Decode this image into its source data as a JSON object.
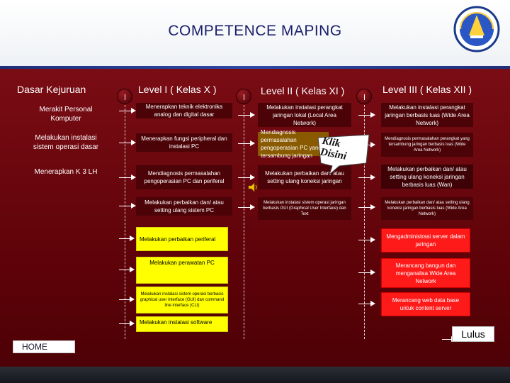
{
  "title": "COMPETENCE MAPING",
  "columns": {
    "c0": "Dasar Kejuruan",
    "c1": "Level I ( Kelas X )",
    "c2": "Level II ( Kelas XI )",
    "c3": "Level III ( Kelas XII )"
  },
  "dasar_items": [
    "Merakit Personal Komputer",
    "Melakukan instalasi sistem operasi dasar",
    "Menerapkan K 3 LH"
  ],
  "level1": [
    "Menerapkan teknik elektronika analog dan digital dasar",
    "Menerapkan fungsi peripheral dan instalasi PC",
    "Mendiagnosis permasalahan pengoperasian PC dan periferal",
    "Melakukan perbaikan dan/ atau setting ulang sistem PC",
    "Melakukan perbaikan periferal",
    "Melakukan perawatan PC",
    "Melakukan instalasi sistem operasi berbasis graphical user interface (GUI) dan command line interface (CLI)",
    "Melakukan instalasi software"
  ],
  "level2": [
    "Melakukan instalasi perangkat jaringan lokal (Local Area Network)",
    "Mendiagnosis permasalahan pengoperasian PC yang tersambung jaringan",
    "Melakukan perbaikan dan/ atau setting ulang koneksi jaringan",
    "Melakukan instalasi sistem operasi jaringan berbasis GUI (Graphical User Interface) dan Text"
  ],
  "level3": [
    "Melakukan instalasi perangkat jaringan berbasis luas (Wide Area Network)",
    "Mendiagnosis permasalahan perangkat yang tersambung jaringan berbasis luas (Wide Area Network)",
    "Melakukan perbaikan dan/ atau setting ulang koneksi jaringan berbasis luas (Wan)",
    "Melakukan perbaikan dan/ atau setting ulang koneksi jaringan berbasis luas (Wide Area Network)",
    "Mengadministrasi server dalam jaringan",
    "Merancang bangun dan menganalisa Wide Area Network",
    "Merancang web data base untuk content server"
  ],
  "klik_label": "Klik Disini",
  "home_label": "HOME",
  "lulus_label": "Lulus",
  "colors": {
    "background": "#5c0208",
    "box_dark": "#4c0307",
    "box_yellow": "#ffff00",
    "box_red": "#ff1a1a",
    "title_text": "#1a1f6b"
  },
  "icons": [
    "logo-emblem-icon",
    "speaker-icon"
  ]
}
